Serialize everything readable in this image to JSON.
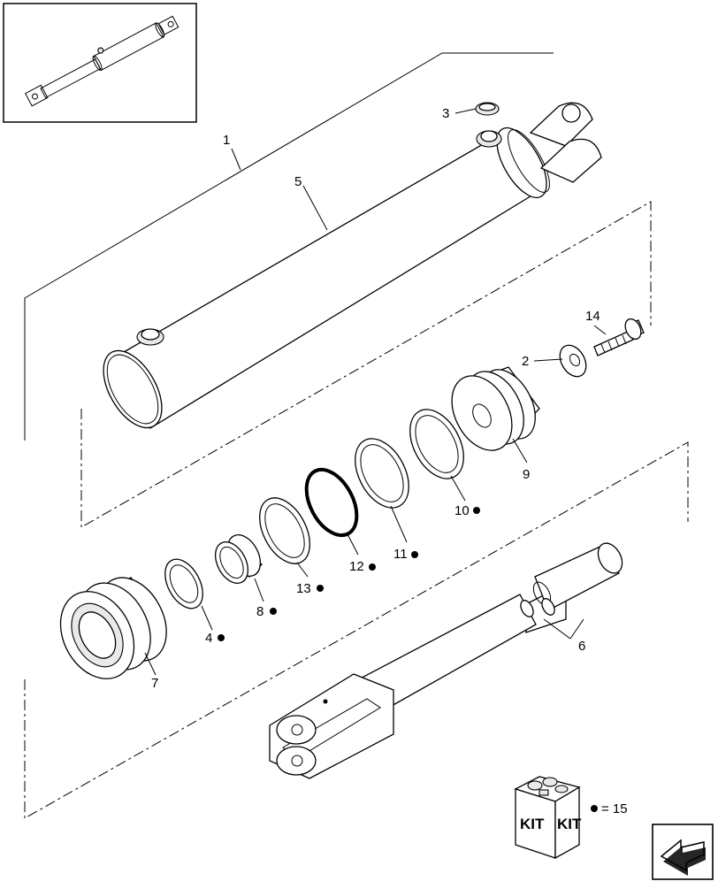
{
  "diagram": {
    "callouts": [
      {
        "key": "p1",
        "number": "1",
        "kit": false
      },
      {
        "key": "p2",
        "number": "2",
        "kit": false
      },
      {
        "key": "p3",
        "number": "3",
        "kit": false
      },
      {
        "key": "p4",
        "number": "4",
        "kit": true
      },
      {
        "key": "p5",
        "number": "5",
        "kit": false
      },
      {
        "key": "p6",
        "number": "6",
        "kit": false
      },
      {
        "key": "p7",
        "number": "7",
        "kit": false
      },
      {
        "key": "p8",
        "number": "8",
        "kit": true
      },
      {
        "key": "p9",
        "number": "9",
        "kit": false
      },
      {
        "key": "p10",
        "number": "10",
        "kit": true
      },
      {
        "key": "p11",
        "number": "11",
        "kit": true
      },
      {
        "key": "p12",
        "number": "12",
        "kit": true
      },
      {
        "key": "p13",
        "number": "13",
        "kit": true
      },
      {
        "key": "p14",
        "number": "14",
        "kit": false
      }
    ],
    "kit_legend": {
      "box_text_left": "KIT",
      "box_text_right": "KIT",
      "equals_text": "= 15"
    }
  },
  "nav": {
    "next_icon": "arrow-right-icon"
  }
}
